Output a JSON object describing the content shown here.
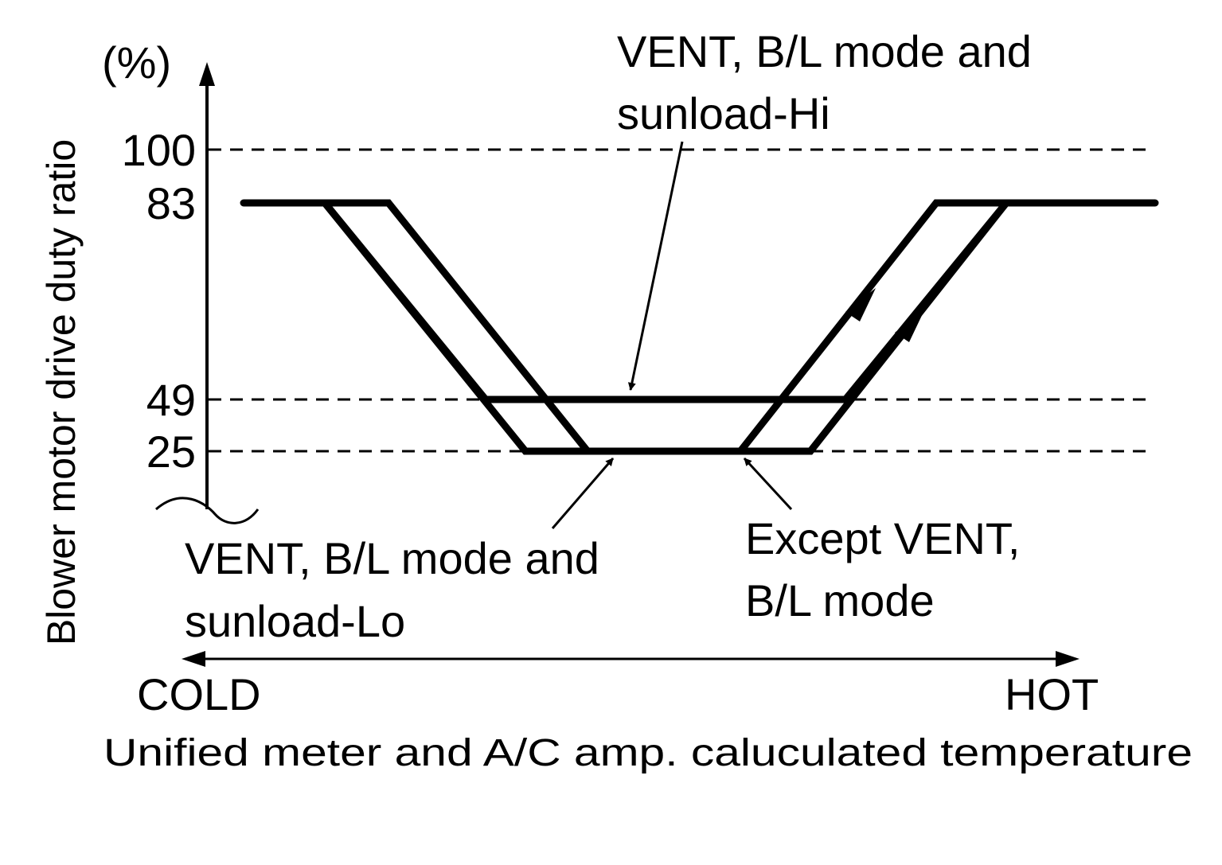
{
  "chart_data": {
    "type": "line",
    "y_axis": {
      "label": "Blower motor drive duty ratio",
      "unit": "(%)",
      "ticks": [
        100,
        83,
        49,
        25
      ],
      "reference_lines_dashed": [
        100,
        49,
        25
      ]
    },
    "x_axis": {
      "title": "Unified meter and A/C amp. caluculated temperature",
      "left_end": "COLD",
      "right_end": "HOT",
      "numeric_scale": false
    },
    "series": [
      {
        "name": "VENT, B/L mode and sunload-Hi",
        "minimum_duty": 49,
        "maximum_duty": 83
      },
      {
        "name": "VENT, B/L mode and sunload-Lo",
        "minimum_duty": 25,
        "maximum_duty": 83
      },
      {
        "name": "Except VENT, B/L mode",
        "minimum_duty": 25,
        "maximum_duty": 83
      }
    ],
    "annotations": {
      "hi": [
        "VENT, B/L mode and",
        "sunload-Hi"
      ],
      "lo": [
        "VENT, B/L mode and",
        "sunload-Lo"
      ],
      "except": [
        "Except VENT,",
        "B/L mode"
      ]
    },
    "grid": false,
    "legend": "none"
  }
}
